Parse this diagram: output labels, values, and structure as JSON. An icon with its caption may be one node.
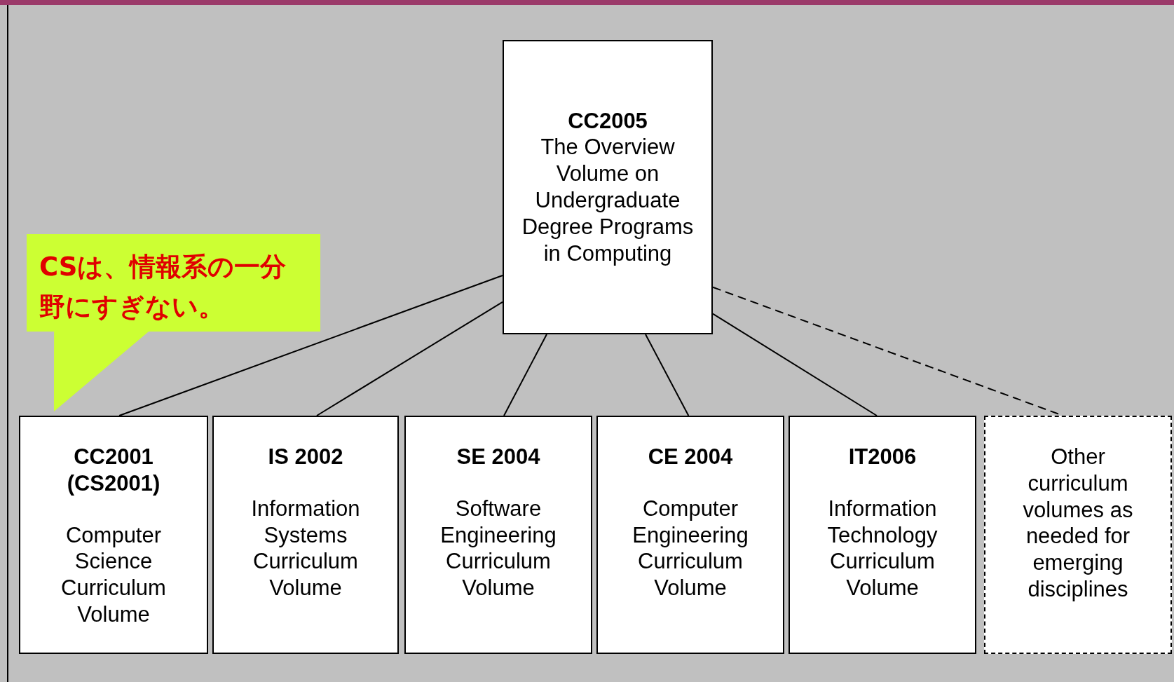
{
  "diagram": {
    "nodes": [
      {
        "text": [
          "CC2005",
          "The Overview Volume on Undergraduate Degree Programs in Computing"
        ]
      },
      {
        "text": [
          "CC2001 (CS2001)",
          "Computer Science Curriculum Volume"
        ]
      },
      {
        "text": [
          "IS 2002",
          "Information Systems Curriculum Volume"
        ]
      },
      {
        "text": [
          "SE 2004",
          "Software Engineering Curriculum Volume"
        ]
      },
      {
        "text": [
          "CE 2004",
          "Computer Engineering Curriculum Volume"
        ]
      },
      {
        "text": [
          "IT2006",
          "Information Technology Curriculum Volume"
        ]
      },
      {
        "text": [
          "Other curriculum volumes as needed for emerging disciplines"
        ]
      },
      {
        "text": [
          "CSは、情報系の一分野にすぎない。"
        ]
      }
    ],
    "edges": [
      {
        "from": 0,
        "to": 1,
        "arrow": "none"
      },
      {
        "from": 0,
        "to": 2,
        "arrow": "none"
      },
      {
        "from": 0,
        "to": 3,
        "arrow": "none"
      },
      {
        "from": 0,
        "to": 4,
        "arrow": "none"
      },
      {
        "from": 0,
        "to": 5,
        "arrow": "none"
      },
      {
        "from": 0,
        "to": 6,
        "arrow": "none",
        "style": "dashed"
      },
      {
        "from": 7,
        "to": 1,
        "arrow": "to"
      }
    ]
  }
}
